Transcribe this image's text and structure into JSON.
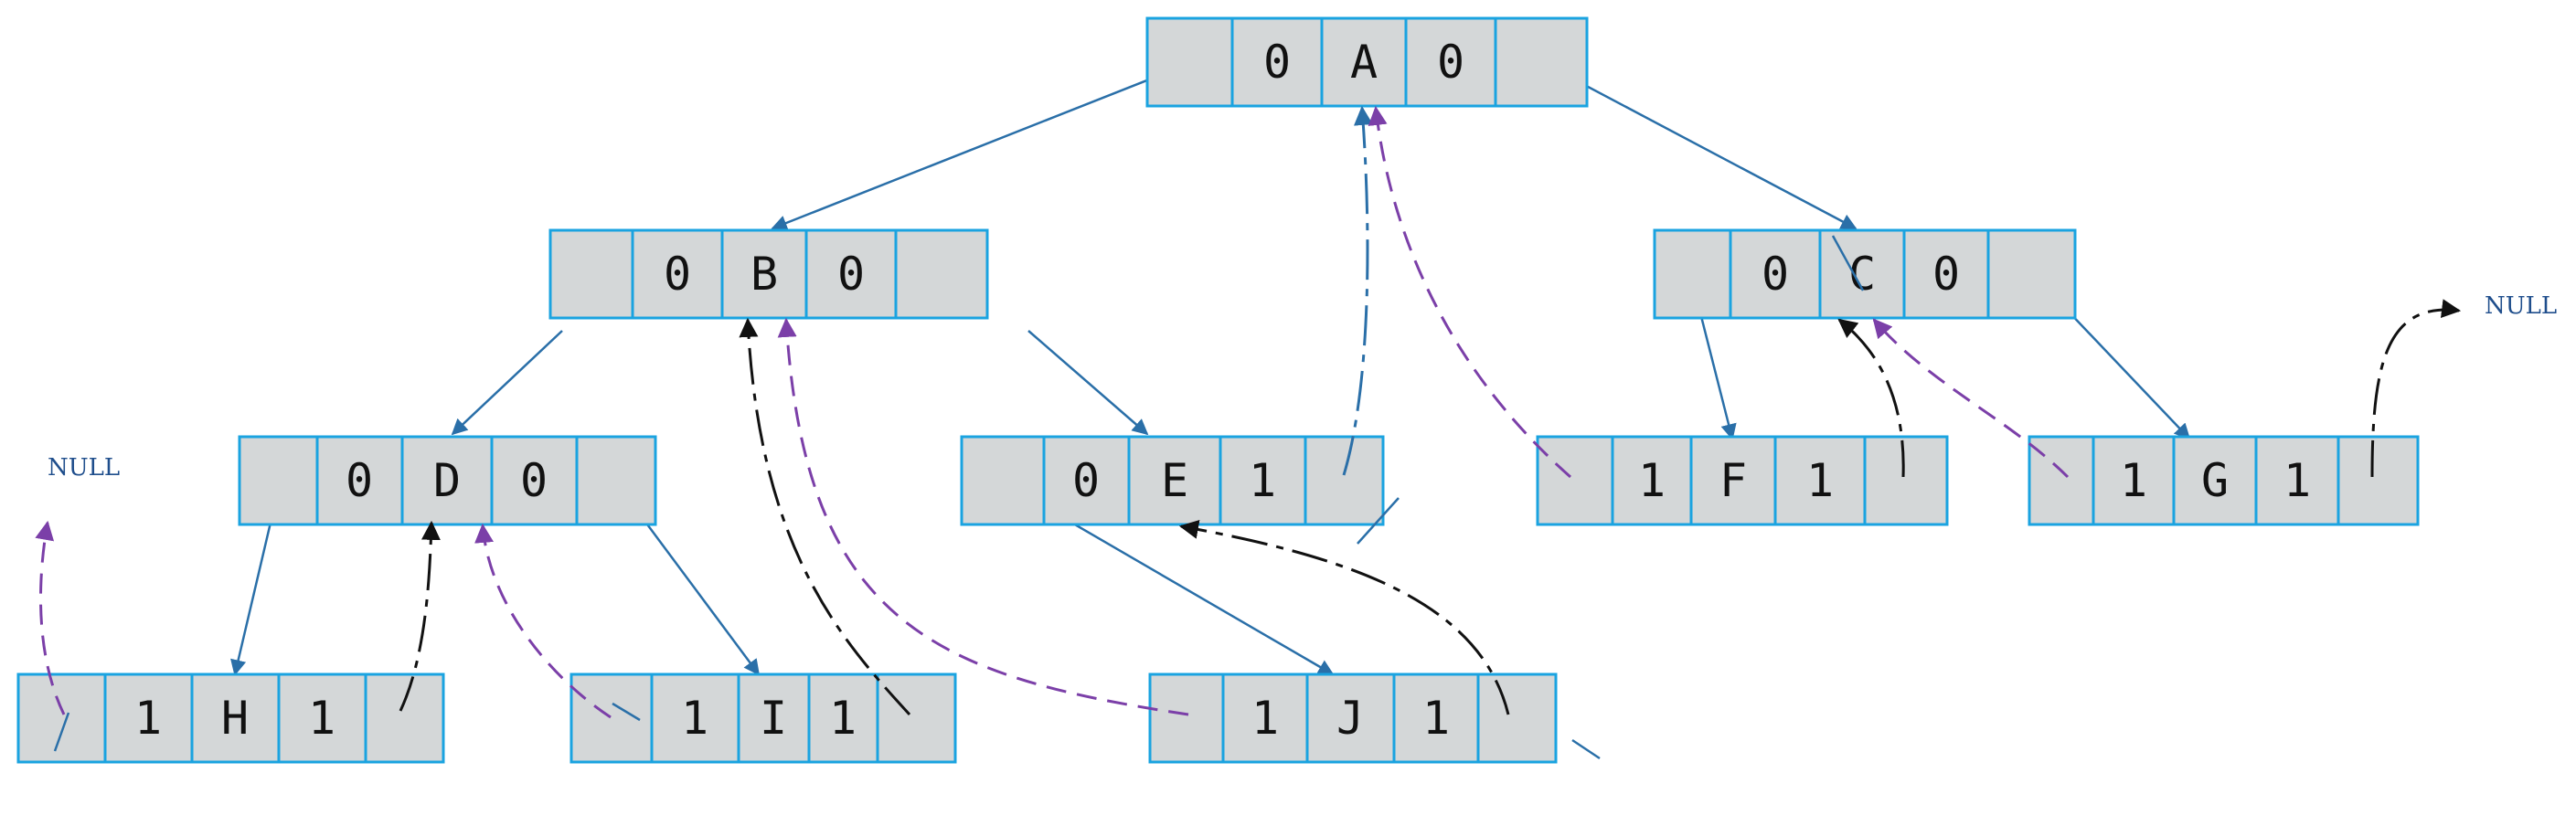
{
  "colors": {
    "cell_fill": "#d4d7d8",
    "cell_border": "#1aa3e0",
    "child_link": "#2a6fa8",
    "thread_black": "#111111",
    "thread_purple": "#7b3fa8",
    "null_text": "#1f4e8c"
  },
  "null_labels": {
    "right_null": "NULL",
    "left_null": "NULL"
  },
  "nodes": {
    "A": {
      "ltag": "0",
      "data": "A",
      "rtag": "0"
    },
    "B": {
      "ltag": "0",
      "data": "B",
      "rtag": "0"
    },
    "C": {
      "ltag": "0",
      "data": "C",
      "rtag": "0"
    },
    "D": {
      "ltag": "0",
      "data": "D",
      "rtag": "0"
    },
    "E": {
      "ltag": "0",
      "data": "E",
      "rtag": "1"
    },
    "F": {
      "ltag": "1",
      "data": "F",
      "rtag": "1"
    },
    "G": {
      "ltag": "1",
      "data": "G",
      "rtag": "1"
    },
    "H": {
      "ltag": "1",
      "data": "H",
      "rtag": "1"
    },
    "I": {
      "ltag": "1",
      "data": "I",
      "rtag": "1"
    },
    "J": {
      "ltag": "1",
      "data": "J",
      "rtag": "1"
    }
  }
}
